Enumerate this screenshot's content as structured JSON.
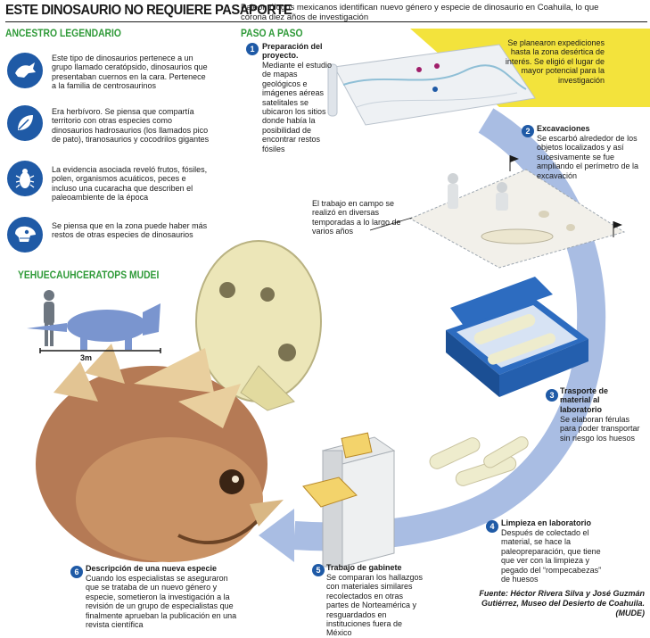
{
  "header": {
    "title": "ESTE DINOSAURIO NO REQUIERE PASAPORTE",
    "subtitle": "Paleontólogos mexicanos identifican nuevo género y especie de dinosaurio en Coahuila, lo que corona diez años de investigación"
  },
  "ancestro": {
    "heading": "ANCESTRO LEGENDARIO",
    "items": [
      {
        "icon": "dinosaur-head-icon",
        "text": "Este tipo de dinosaurios pertenece a un grupo llamado ceratópsido, dinosaurios que presentaban cuernos en la cara. Pertenece a la familia de centrosaurinos"
      },
      {
        "icon": "leaf-icon",
        "text": "Era herbívoro. Se piensa que compartía territorio con otras especies como dinosaurios hadrosaurios (los llamados pico de pato), tiranosaurios y cocodrilos gigantes"
      },
      {
        "icon": "cockroach-icon",
        "text": "La evidencia asociada reveló frutos, fósiles, polen, organismos acuáticos, peces e incluso una cucaracha que describen el paleoambiente de la época"
      },
      {
        "icon": "skull-icon",
        "text": "Se piensa que en la zona puede haber más restos de otras especies de dinosaurios"
      }
    ]
  },
  "species": {
    "heading": "YEHUECAUHCERATOPS MUDEI",
    "scale_label": "3m"
  },
  "paso": {
    "heading": "PASO A PASO",
    "callout_top": "Se planearon expediciones hasta la zona desértica de interés. Se eligió el lugar de mayor potencial para la investigación",
    "callout_field": "El trabajo en campo se realizó en diversas temporadas a lo largo de varios años",
    "steps": [
      {
        "num": "1",
        "title": "Preparación del proyecto.",
        "body": "Mediante el estudio de mapas geológicos e imágenes aéreas satelitales se ubicaron los sitios donde había la posibilidad de encontrar restos fósiles"
      },
      {
        "num": "2",
        "title": "Excavaciones",
        "body": "Se escarbó alrededor de los objetos localizados y así sucesivamente se fue ampliando el perímetro de la excavación"
      },
      {
        "num": "3",
        "title": "Trasporte de material al laboratorio",
        "body": "Se elaboran férulas para poder transportar sin riesgo los huesos"
      },
      {
        "num": "4",
        "title": "Limpieza en laboratorio",
        "body": "Después de colectado el material, se hace la paleopreparación, que tiene que ver con la limpieza y pegado del “rompecabezas” de huesos"
      },
      {
        "num": "5",
        "title": "Trabajo de gabinete",
        "body": "Se comparan los hallazgos con materiales similares recolectados en otras partes de Norteamérica y resguardados en instituciones fuera de México"
      },
      {
        "num": "6",
        "title": "Descripción de una nueva especie",
        "body": "Cuando los especialistas se aseguraron que se trataba de un nuevo género y especie, sometieron la investigación a la revisión de un grupo de especialistas que finalmente aprueban la publicación en una revista científica"
      }
    ]
  },
  "source": "Fuente: Héctor Rivera Silva y José Guzmán Gutiérrez, Museo del Desierto de Coahuila. (MUDE)",
  "colors": {
    "green": "#2f9a38",
    "blue": "#1f5aa6",
    "yellow": "#f3e33c",
    "arrow": "#a9bde3"
  }
}
